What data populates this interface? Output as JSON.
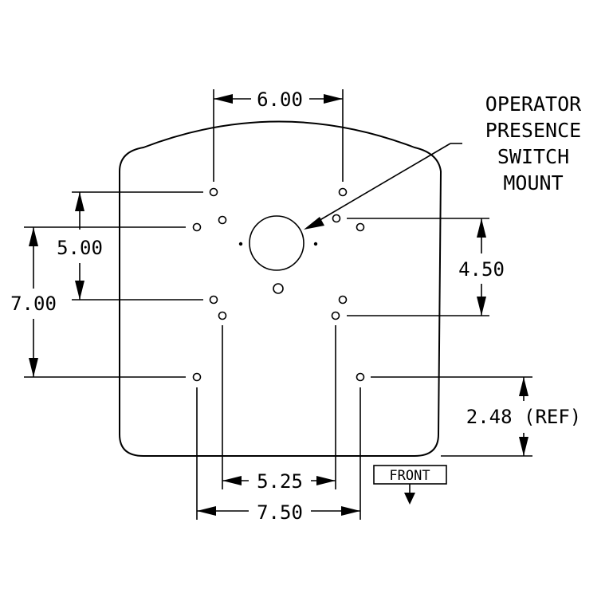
{
  "dimensions": {
    "top_width": "6.00",
    "left_inner": "5.00",
    "left_outer": "7.00",
    "right_inner": "4.50",
    "right_ref": "2.48 (REF)",
    "bottom_inner": "5.25",
    "bottom_outer": "7.50"
  },
  "callout": {
    "line1": "OPERATOR",
    "line2": "PRESENCE",
    "line3": "SWITCH",
    "line4": "MOUNT"
  },
  "front_label": "FRONT"
}
